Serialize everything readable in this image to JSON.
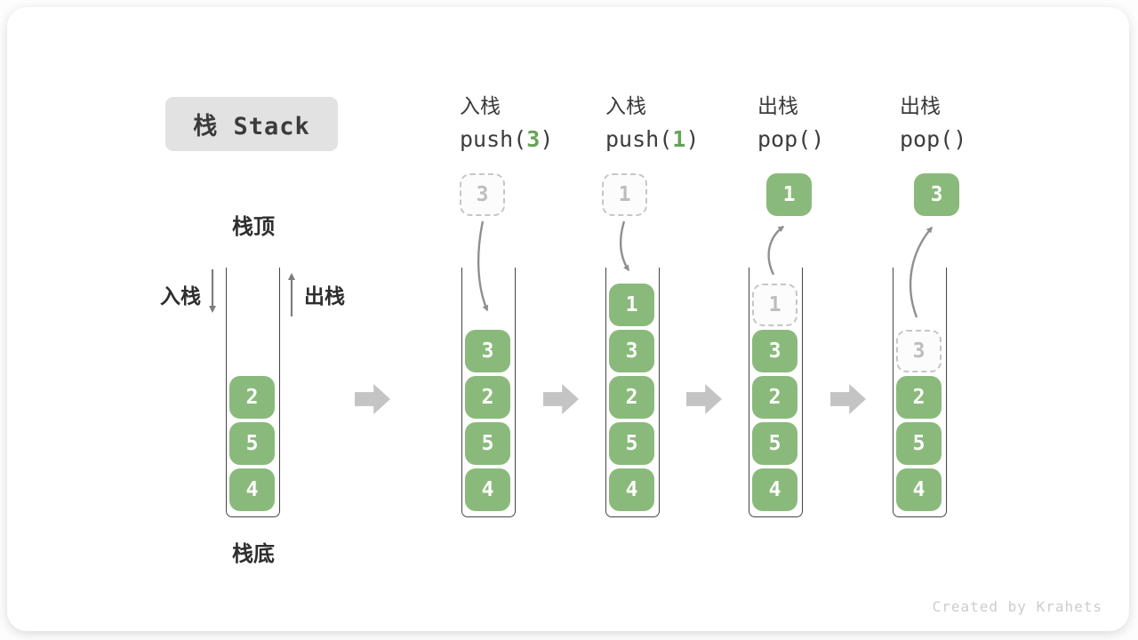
{
  "title": "栈 Stack",
  "labels": {
    "stack_top": "栈顶",
    "stack_bottom": "栈底",
    "push_side": "入栈",
    "pop_side": "出栈"
  },
  "columns": [
    {
      "name": "initial-state",
      "items": [
        "2",
        "5",
        "4"
      ]
    },
    {
      "name": "push-3",
      "op_cjk": "入栈",
      "code_pre": "push(",
      "code_arg": "3",
      "code_post": ")",
      "moving_value": "3",
      "items": [
        "3",
        "2",
        "5",
        "4"
      ]
    },
    {
      "name": "push-1",
      "op_cjk": "入栈",
      "code_pre": "push(",
      "code_arg": "1",
      "code_post": ")",
      "moving_value": "1",
      "items": [
        "1",
        "3",
        "2",
        "5",
        "4"
      ]
    },
    {
      "name": "pop-1",
      "op_cjk": "出栈",
      "code": "pop()",
      "moving_value": "1",
      "ghost_value": "1",
      "items": [
        "3",
        "2",
        "5",
        "4"
      ]
    },
    {
      "name": "pop-3",
      "op_cjk": "出栈",
      "code": "pop()",
      "moving_value": "3",
      "ghost_value": "3",
      "items": [
        "2",
        "5",
        "4"
      ]
    }
  ],
  "colors": {
    "item_green": "#8aba7b",
    "code_arg_green": "#64a455",
    "curve_arrow_gray": "#8f8f8f",
    "block_arrow_gray": "#c4c4c4",
    "title_badge_bg": "#e2e2e2"
  },
  "watermark": "Created by Krahets"
}
